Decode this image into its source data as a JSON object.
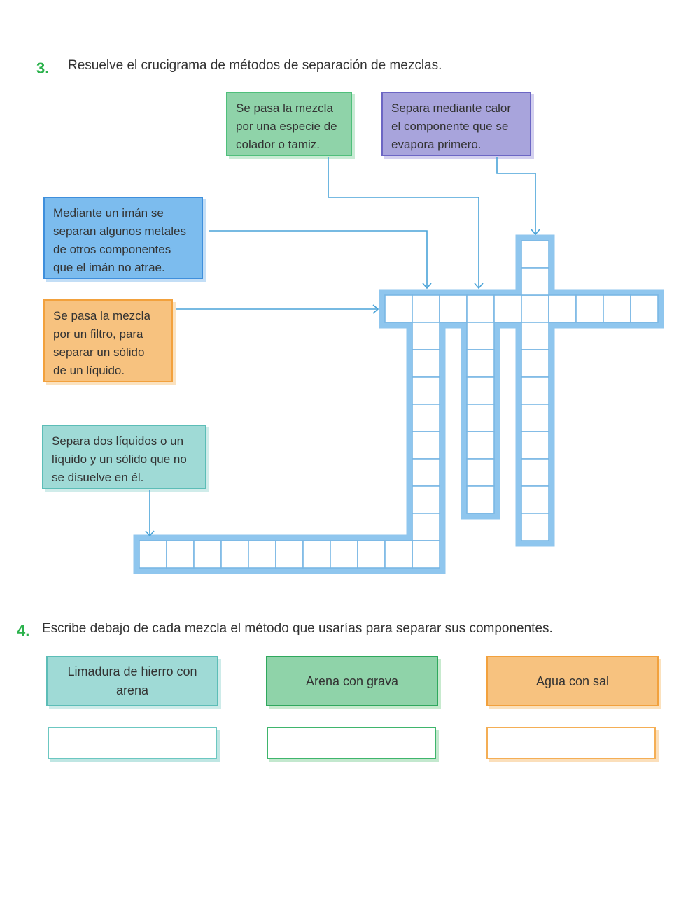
{
  "exercise3": {
    "number": "3.",
    "instruction": "Resuelve el crucigrama de métodos de separación de mezclas."
  },
  "clues": {
    "tamizado": [
      "Se pasa la mezcla",
      "por una especie de",
      "colador o tamiz."
    ],
    "destilacion": [
      "Separa mediante calor",
      "el componente que se",
      "evapora primero."
    ],
    "imantacion": [
      "Mediante un imán se",
      "separan algunos metales",
      "de otros componentes",
      "que el imán no atrae."
    ],
    "filtracion": [
      "Se pasa la mezcla",
      "por un filtro, para",
      "separar un sólido",
      "de un líquido."
    ],
    "decantacion": [
      "Separa dos líquidos o un",
      "líquido y un sólido que no",
      "se disuelve en él."
    ]
  },
  "colors": {
    "green": "#8fd3a9",
    "purple": "#a8a4dc",
    "blue": "#7cbcee",
    "orange": "#f7c27f",
    "teal": "#9fdad6",
    "number": "#2bb24c",
    "grid_border": "#8fc6ee"
  },
  "exercise4": {
    "number": "4.",
    "instruction": "Escribe debajo de cada mezcla el método que usarías para separar sus componentes.",
    "mixtures": [
      {
        "label_line1": "Limadura de hierro con",
        "label_line2": "arena",
        "answer": ""
      },
      {
        "label_line1": "Arena con grava",
        "label_line2": "",
        "answer": ""
      },
      {
        "label_line1": "Agua con sal",
        "label_line2": "",
        "answer": ""
      }
    ]
  }
}
